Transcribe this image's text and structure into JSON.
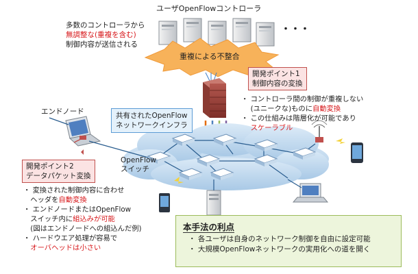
{
  "diagram": {
    "controller_title": "ユーザOpenFlowコントローラ",
    "ellipsis": "・・・",
    "problem": {
      "line1": "多数のコントローラから",
      "line2_red": "無調整な(重複を含む)",
      "line3": "制御内容が送信される"
    },
    "conflict_label": "重複による不整合",
    "dev_point1": {
      "line1": "開発ポイント1",
      "line2": "制御内容の変換"
    },
    "right_bullets": [
      {
        "pre": "コントローラ間の制御が重複しない",
        "red": "",
        "post": ""
      },
      {
        "pre": "(ユニークな)ものに",
        "red": "自動変換",
        "post": ""
      },
      {
        "pre": "この仕組みは階層化が可能であり",
        "red": "",
        "post": ""
      },
      {
        "pre": "",
        "red": "スケーラブル",
        "post": ""
      }
    ],
    "shared_infra": {
      "line1": "共有されたOpenFlow",
      "line2": "ネットワークインフラ"
    },
    "end_node_label": "エンドノード",
    "switch_label": {
      "line1": "OpenFlow",
      "line2": "スイッチ"
    },
    "dev_point2": {
      "line1": "開発ポイント2",
      "line2": "データパケット変換"
    },
    "left_bullets": [
      {
        "pre": "・ 変換された制御内容に合わせ",
        "red": "",
        "post": ""
      },
      {
        "pre": "　ヘッダを",
        "red": "自動変換",
        "post": ""
      },
      {
        "pre": "・ エンドノードまたはOpenFlow",
        "red": "",
        "post": ""
      },
      {
        "pre": "　スイッチ内に",
        "red": "組込みが可能",
        "post": ""
      },
      {
        "pre": "　(図はエンドノードへの組込んだ例)",
        "red": "",
        "post": ""
      },
      {
        "pre": "・ ハードウエア処理が容易で",
        "red": "",
        "post": ""
      },
      {
        "pre": "　",
        "red": "オーバヘッドは小さい",
        "post": ""
      }
    ],
    "benefit": {
      "title": "本手法の利点",
      "items": [
        "各ユーザは自身のネットワーク制御を自由に設定可能",
        "大規模OpenFlowネットワークの実用化への道を開く"
      ]
    }
  },
  "colors": {
    "accent_red": "#d7191c",
    "cloud": "#c6def2",
    "benefit_bg": "#edf5dc",
    "dev_box_bg": "#fbe3e3",
    "infra_box_bg": "#e4f1fb",
    "burst": "#f7b25a"
  }
}
